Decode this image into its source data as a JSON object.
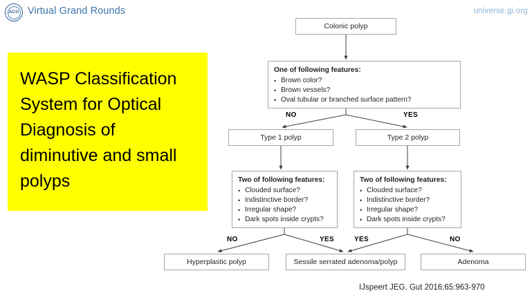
{
  "header": {
    "logo_text": "ACG",
    "brand": "Virtual Grand Rounds",
    "url": "universe.gi.org"
  },
  "title_callout": {
    "lines": [
      "WASP Classification",
      "System for Optical",
      "Diagnosis of",
      "diminutive and small",
      "polyps"
    ],
    "background_color": "#ffff00"
  },
  "flowchart": {
    "nodes": {
      "colonic_polyp": "Colonic polyp",
      "one_of_features": {
        "heading": "One of following features:",
        "bullets": [
          "Brown color?",
          "Brown vessels?",
          "Oval tubular or branched surface pattern?"
        ]
      },
      "type1": "Type 1 polyp",
      "type2": "Type 2 polyp",
      "two_features_left": {
        "heading": "Two of following features:",
        "bullets": [
          "Clouded surface?",
          "Indistinctive border?",
          "Irregular shape?",
          "Dark spots inside crypts?"
        ]
      },
      "two_features_right": {
        "heading": "Two of following features:",
        "bullets": [
          "Clouded surface?",
          "Indistinctive border?",
          "Irregular shape?",
          "Dark spots inside crypts?"
        ]
      },
      "hyperplastic": "Hyperplastic polyp",
      "sessile": "Sessile serrated adenoma/polyp",
      "adenoma": "Adenoma"
    },
    "edge_labels": {
      "no_1": "NO",
      "yes_1": "YES",
      "no_2": "NO",
      "yes_2": "YES",
      "yes_3": "YES",
      "no_3": "NO"
    },
    "border_color": "#a6a6a6",
    "line_color": "#3f3f3f"
  },
  "citation": "IJspeert JEG. Gut 2016;65:963-970"
}
